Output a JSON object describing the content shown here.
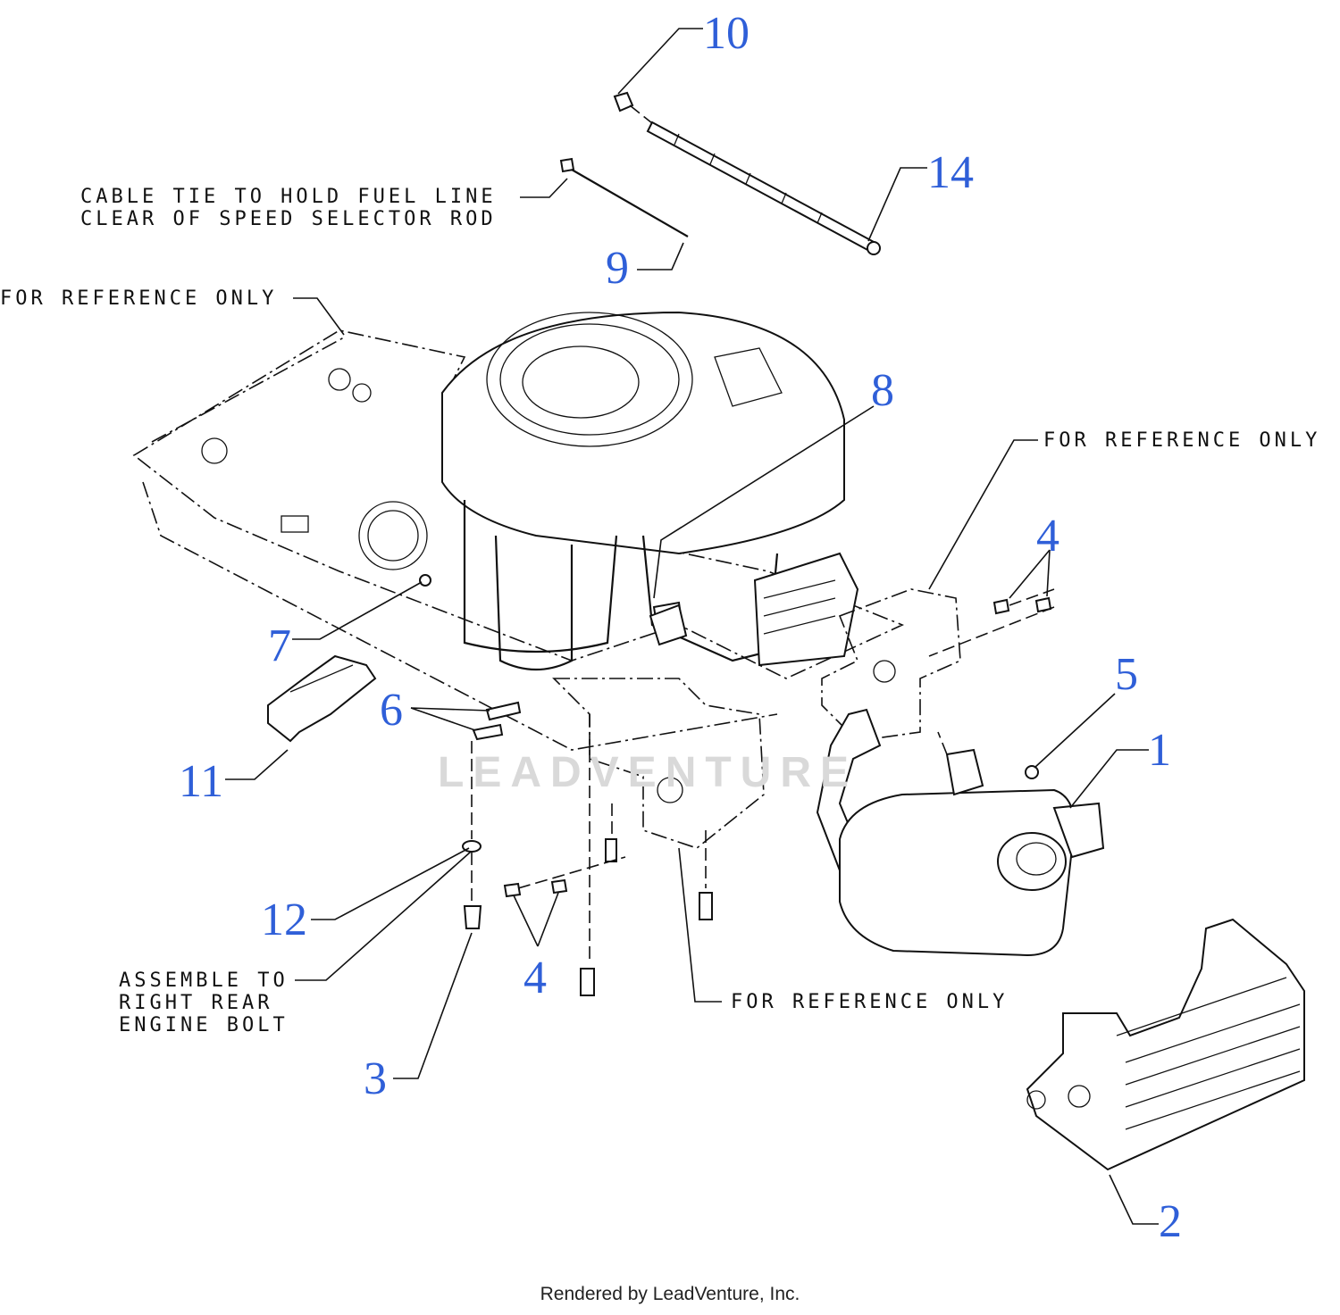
{
  "callouts": {
    "c1": "1",
    "c2": "2",
    "c3": "3",
    "c4a": "4",
    "c4b": "4",
    "c5": "5",
    "c6": "6",
    "c7": "7",
    "c8": "8",
    "c9": "9",
    "c10": "10",
    "c11": "11",
    "c12": "12",
    "c14": "14"
  },
  "notes": {
    "cable_tie": "CABLE TIE TO HOLD FUEL LINE\nCLEAR OF SPEED SELECTOR ROD",
    "ref_left": "FOR REFERENCE ONLY",
    "ref_right": "FOR REFERENCE ONLY",
    "ref_bottom": "FOR REFERENCE ONLY",
    "assemble": "ASSEMBLE TO\nRIGHT REAR\nENGINE BOLT"
  },
  "watermark": "LEADVENTURE",
  "footer": "Rendered by LeadVenture, Inc.",
  "colors": {
    "callout": "#2f5fd8",
    "line": "#111111",
    "watermark": "#d9d9d9"
  }
}
